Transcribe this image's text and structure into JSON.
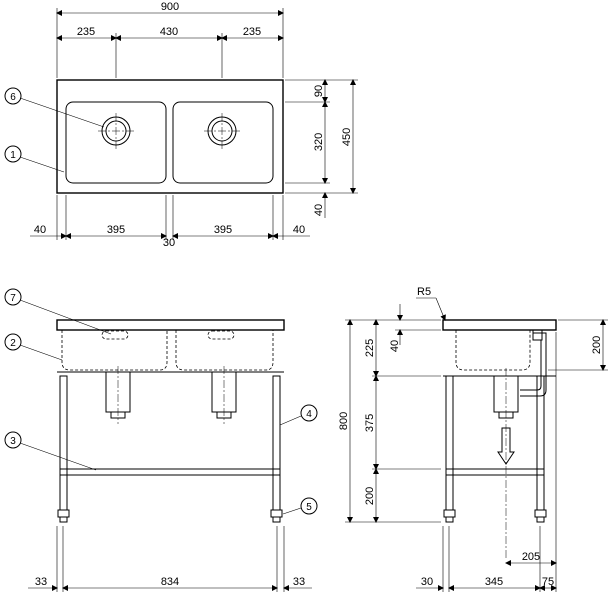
{
  "plan_view": {
    "dim_total_width": "900",
    "dim_side_left": "235",
    "dim_middle": "430",
    "dim_side_right": "235",
    "dim_top_margin": "90",
    "dim_basin_depth": "320",
    "dim_total_depth": "450",
    "dim_bottom_margin": "40",
    "dim_edge_left": "40",
    "dim_basin_left": "395",
    "dim_divider": "30",
    "dim_basin_right": "395",
    "dim_edge_right": "40"
  },
  "front_view": {
    "dim_leg_left": "33",
    "dim_leg_span": "834",
    "dim_leg_right": "33"
  },
  "side_view": {
    "radius_label": "R5",
    "dim_rim": "40",
    "dim_basin_height": "225",
    "dim_total_height": "800",
    "dim_middle_height": "375",
    "dim_bottom_height": "200",
    "dim_drain_height": "200",
    "dim_drain_offset": "205",
    "dim_back": "30",
    "dim_depth": "345",
    "dim_front": "75"
  },
  "callouts": [
    "1",
    "2",
    "3",
    "4",
    "5",
    "6",
    "7"
  ]
}
